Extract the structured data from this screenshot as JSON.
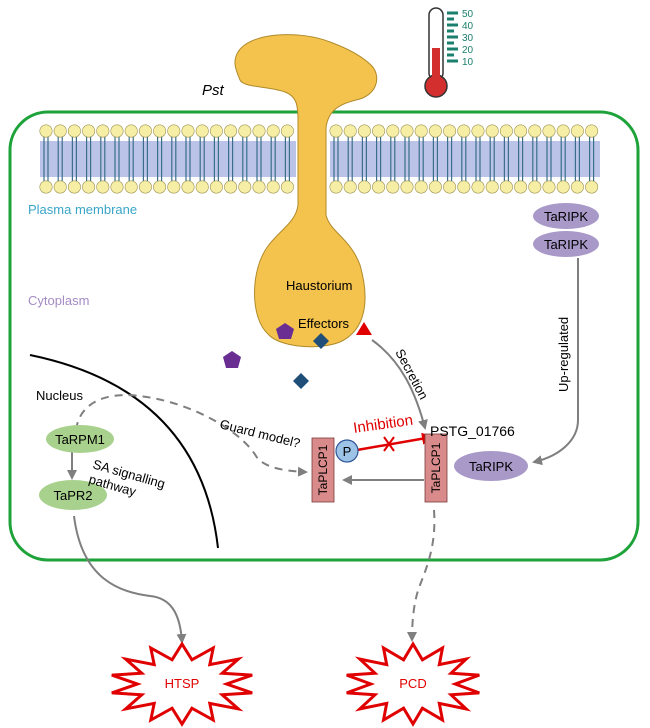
{
  "labels": {
    "pst": "Pst",
    "plasma_membrane": "Plasma membrane",
    "cytoplasm": "Cytoplasm",
    "haustorium": "Haustorium",
    "effectors": "Effectors",
    "nucleus": "Nucleus",
    "secretion": "Secretion",
    "up_regulated": "Up-regulated",
    "inhibition": "Inhibition",
    "pstg": "PSTG_01766",
    "guard_model": "Guard model?",
    "sa_line1": "SA signalling",
    "sa_line2": "pathway",
    "phospho": "P"
  },
  "proteins": {
    "taripk_top": "TaRIPK",
    "taripk_mid": "TaRIPK",
    "taripk_low": "TaRIPK",
    "taplcp1_left": "TaPLCP1",
    "taplcp1_right": "TaPLCP1",
    "tarpm1": "TaRPM1",
    "tapr2": "TaPR2"
  },
  "outcomes": {
    "htsp": "HTSP",
    "pcd": "PCD"
  },
  "thermometer": {
    "scale": [
      "50",
      "40",
      "30",
      "20",
      "10"
    ]
  },
  "colors": {
    "cell_wall": "#1ea23a",
    "haustorium": "#f3c34e",
    "membrane_head": "#f7eea6",
    "membrane_tail": "#3b6f8c",
    "membrane_band": "#bcc3e8",
    "ripk": "#a899c9",
    "plcp": "#d98a8a",
    "rpm_pr": "#a9d18e",
    "effector_purple": "#6a2d91",
    "effector_blue": "#1f4e79",
    "effector_red": "#e00000",
    "inhibition": "#e00000",
    "burst": "#e00000",
    "arrow": "#7f7f7f",
    "plasma_label": "#3aa5c8",
    "cytoplasm_label": "#a48bc4"
  }
}
